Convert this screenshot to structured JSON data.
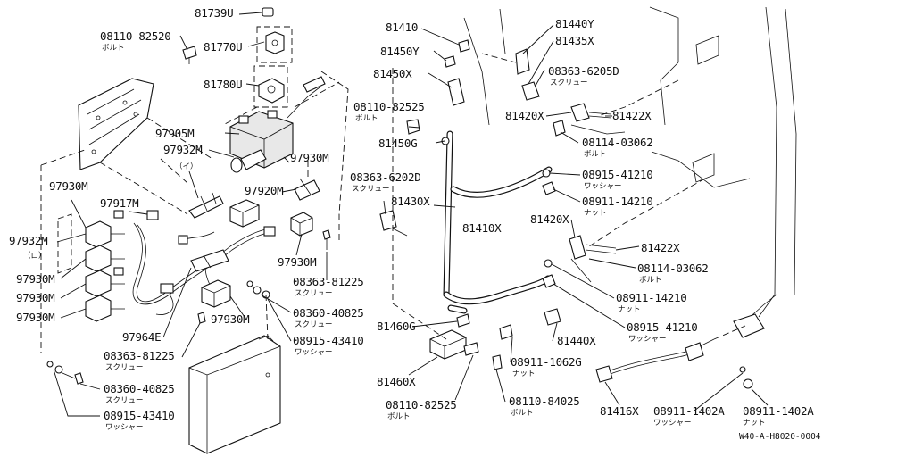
{
  "labels": {
    "p81739U": "81739U",
    "p08110_82520": "08110-82520",
    "p08110_82520_sub": "ボルト",
    "p81770U": "81770U",
    "p81780U": "81780U",
    "p97905M": "97905M",
    "p97932M_a": "97932M",
    "p97932M_a_sub": "（イ）",
    "p97930M_a": "97930M",
    "p97920M": "97920M",
    "p97930M_b": "97930M",
    "p97917M": "97917M",
    "p97932M_b": "97932M",
    "p97932M_b_sub": "（ロ）",
    "p97930M_c": "97930M",
    "p97930M_d": "97930M",
    "p97930M_e": "97930M",
    "p97930M_f": "97930M",
    "p97930M_g": "97930M",
    "p08363_81225_a": "08363-81225",
    "p08363_81225_a_sub": "スクリュー",
    "p08360_40825_a": "08360-40825",
    "p08360_40825_a_sub": "スクリュー",
    "p08915_43410_a": "08915-43410",
    "p08915_43410_a_sub": "ワッシャー",
    "p97964E": "97964E",
    "p08363_81225_b": "08363-81225",
    "p08363_81225_b_sub": "スクリュー",
    "p08360_40825_b": "08360-40825",
    "p08360_40825_b_sub": "スクリュー",
    "p08915_43410_b": "08915-43410",
    "p08915_43410_b_sub": "ワッシャー",
    "p81410": "81410",
    "p81450Y": "81450Y",
    "p81450X": "81450X",
    "p08110_82525_a": "08110-82525",
    "p08110_82525_a_sub": "ボルト",
    "p81450G": "81450G",
    "p08363_6202D": "08363-6202D",
    "p08363_6202D_sub": "スクリュー",
    "p81430X": "81430X",
    "p81410X": "81410X",
    "p81440Y": "81440Y",
    "p81435X": "81435X",
    "p08363_6205D": "08363-6205D",
    "p08363_6205D_sub": "スクリュー",
    "p81420X_a": "81420X",
    "p81422X_a": "81422X",
    "p08114_03062_a": "08114-03062",
    "p08114_03062_a_sub": "ボルト",
    "p08915_41210_a": "08915-41210",
    "p08915_41210_a_sub": "ワッシャー",
    "p08911_14210_a": "08911-14210",
    "p08911_14210_a_sub": "ナット",
    "p81420X_b": "81420X",
    "p81422X_b": "81422X",
    "p08114_03062_b": "08114-03062",
    "p08114_03062_b_sub": "ボルト",
    "p08911_14210_b": "08911-14210",
    "p08911_14210_b_sub": "ナット",
    "p08915_41210_b": "08915-41210",
    "p08915_41210_b_sub": "ワッシャー",
    "p81460G": "81460G",
    "p81440X": "81440X",
    "p81460X": "81460X",
    "p08911_1062G": "08911-1062G",
    "p08911_1062G_sub": "ナット",
    "p08110_82525_b": "08110-82525",
    "p08110_82525_b_sub": "ボルト",
    "p08110_84025": "08110-84025",
    "p08110_84025_sub": "ボルト",
    "p81416X": "81416X",
    "p08911_1402A_a": "08911-1402A",
    "p08911_1402A_a_sub": "ワッシャー",
    "p08911_1402A_b": "08911-1402A",
    "p08911_1402A_b_sub": "ナット",
    "ref_code": "W40-A-H8020-0004"
  }
}
